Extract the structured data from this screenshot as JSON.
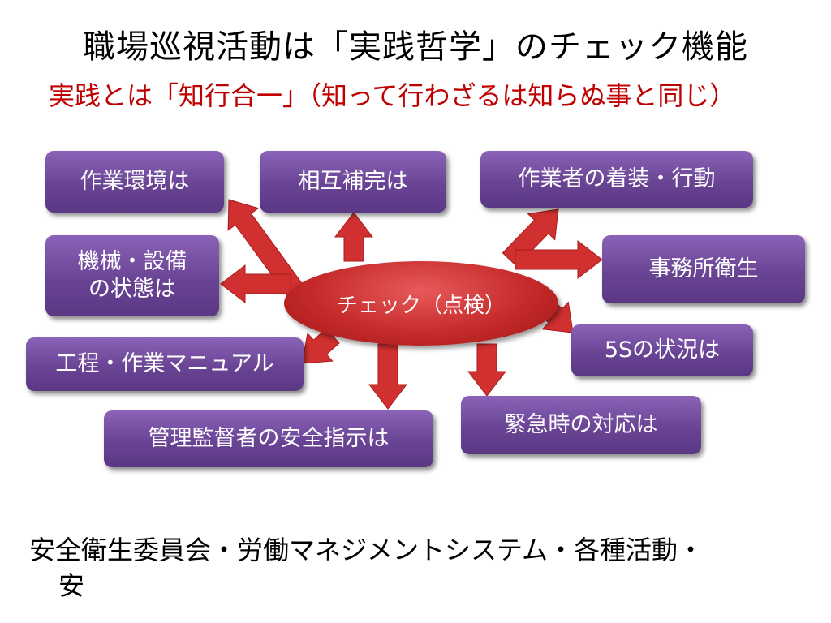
{
  "title": "職場巡視活動は「実践哲学」のチェック機能",
  "subtitle": "実践とは「知行合一」（知って行わざるは知らぬ事と同じ）",
  "center_label": "チェック（点検）",
  "boxes": {
    "work_environment": "作業環境は",
    "mutual_complement": "相互補完は",
    "worker_attire": "作業者の着装・行動",
    "machine_line1": "機械・設備",
    "machine_line2": "の状態は",
    "office_hygiene": "事務所衛生",
    "process_manual": "工程・作業マニュアル",
    "five_s": "5Sの状況は",
    "supervisor_instructions": "管理監督者の安全指示は",
    "emergency_response": "緊急時の対応は"
  },
  "footer": {
    "line1": "安全衛生委員会・労働マネジメントシステム・各種活動・",
    "line2": "安"
  },
  "colors": {
    "box": "#6a4494",
    "center": "#c62a2a",
    "arrow": "#d0302f",
    "subtitle": "#c00000"
  }
}
